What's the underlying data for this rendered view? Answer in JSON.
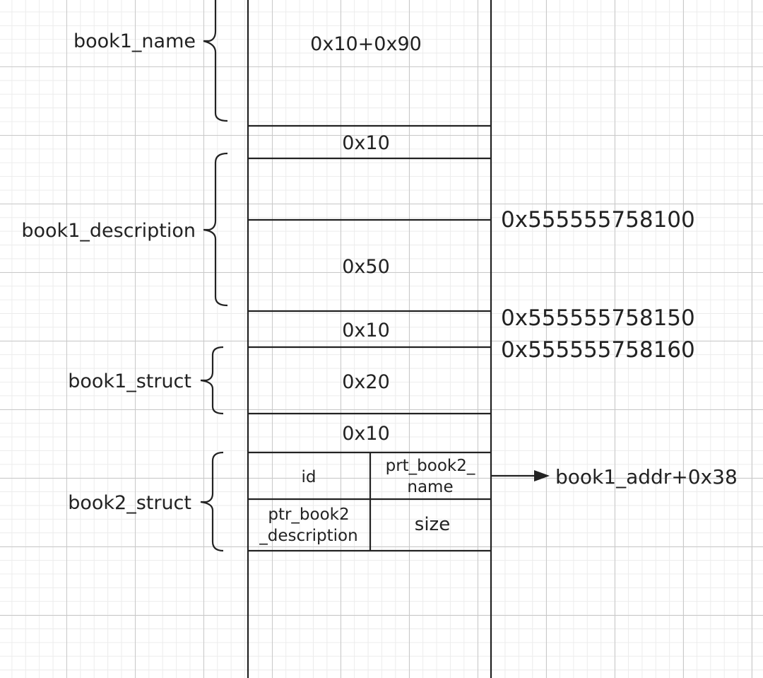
{
  "blocks": {
    "book1_name_size": "0x10+0x90",
    "header1": "0x10",
    "book1_description_size": "0x50",
    "header2": "0x10",
    "book1_struct_size": "0x20",
    "header3": "0x10"
  },
  "book2_struct_fields": {
    "id": "id",
    "ptr_name_line1": "prt_book2_",
    "ptr_name_line2": "name",
    "ptr_desc_line1": "ptr_book2",
    "ptr_desc_line2": "_description",
    "size": "size"
  },
  "side_labels": {
    "book1_name": "book1_name",
    "book1_description": "book1_description",
    "book1_struct": "book1_struct",
    "book2_struct": "book2_struct"
  },
  "addresses": {
    "a1": "0x555555758100",
    "a2": "0x555555758150",
    "a3": "0x555555758160"
  },
  "pointer_target": "book1_addr+0x38",
  "colors": {
    "line": "#222222",
    "text": "#222222"
  }
}
